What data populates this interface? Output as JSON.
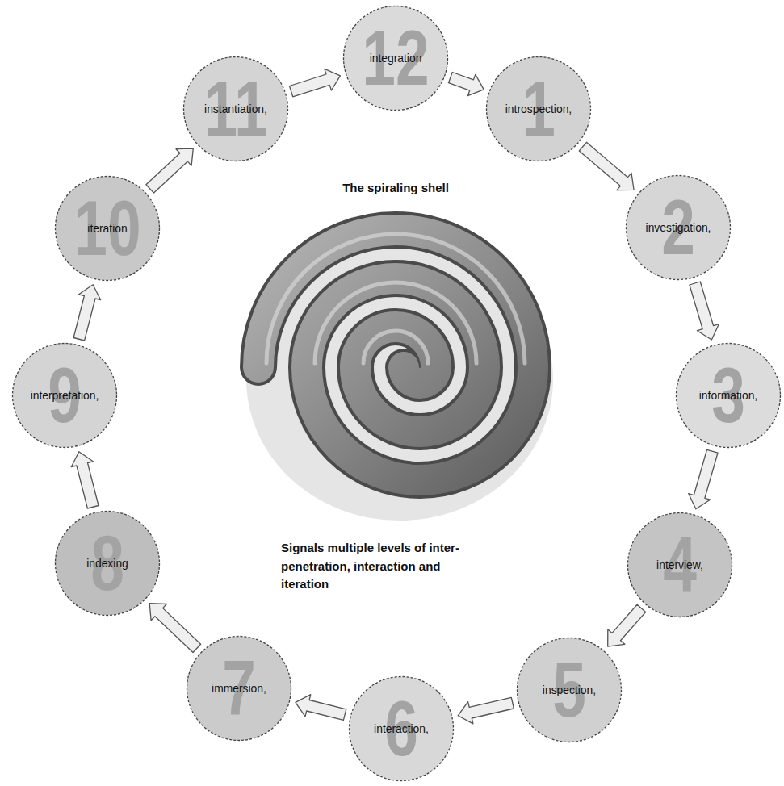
{
  "diagram": {
    "title": "The spiraling shell",
    "caption": "Signals multiple levels of inter- penetration, interaction and iteration",
    "nodes": [
      {
        "text": [
          "introspection,",
          "1"
        ]
      },
      {
        "text": [
          "investigation,",
          "2"
        ]
      },
      {
        "text": [
          "information,",
          "3"
        ]
      },
      {
        "text": [
          "interview,",
          "4"
        ]
      },
      {
        "text": [
          "inspection,",
          "5"
        ]
      },
      {
        "text": [
          "interaction,",
          "6"
        ]
      },
      {
        "text": [
          "immersion,",
          "7"
        ]
      },
      {
        "text": [
          "indexing",
          "8"
        ]
      },
      {
        "text": [
          "interpretation,",
          "9"
        ]
      },
      {
        "text": [
          "iteration",
          "10"
        ]
      },
      {
        "text": [
          "instantiation,",
          "11"
        ]
      },
      {
        "text": [
          "integration",
          "12"
        ]
      }
    ],
    "edges": [
      {
        "from": 0,
        "to": 1,
        "arrow": "to"
      },
      {
        "from": 1,
        "to": 2,
        "arrow": "to"
      },
      {
        "from": 2,
        "to": 3,
        "arrow": "to"
      },
      {
        "from": 3,
        "to": 4,
        "arrow": "to"
      },
      {
        "from": 4,
        "to": 5,
        "arrow": "to"
      },
      {
        "from": 5,
        "to": 6,
        "arrow": "to"
      },
      {
        "from": 6,
        "to": 7,
        "arrow": "to"
      },
      {
        "from": 7,
        "to": 8,
        "arrow": "to"
      },
      {
        "from": 8,
        "to": 9,
        "arrow": "to"
      },
      {
        "from": 9,
        "to": 10,
        "arrow": "to"
      },
      {
        "from": 10,
        "to": 11,
        "arrow": "to"
      },
      {
        "from": 11,
        "to": 0,
        "arrow": "to"
      }
    ]
  }
}
